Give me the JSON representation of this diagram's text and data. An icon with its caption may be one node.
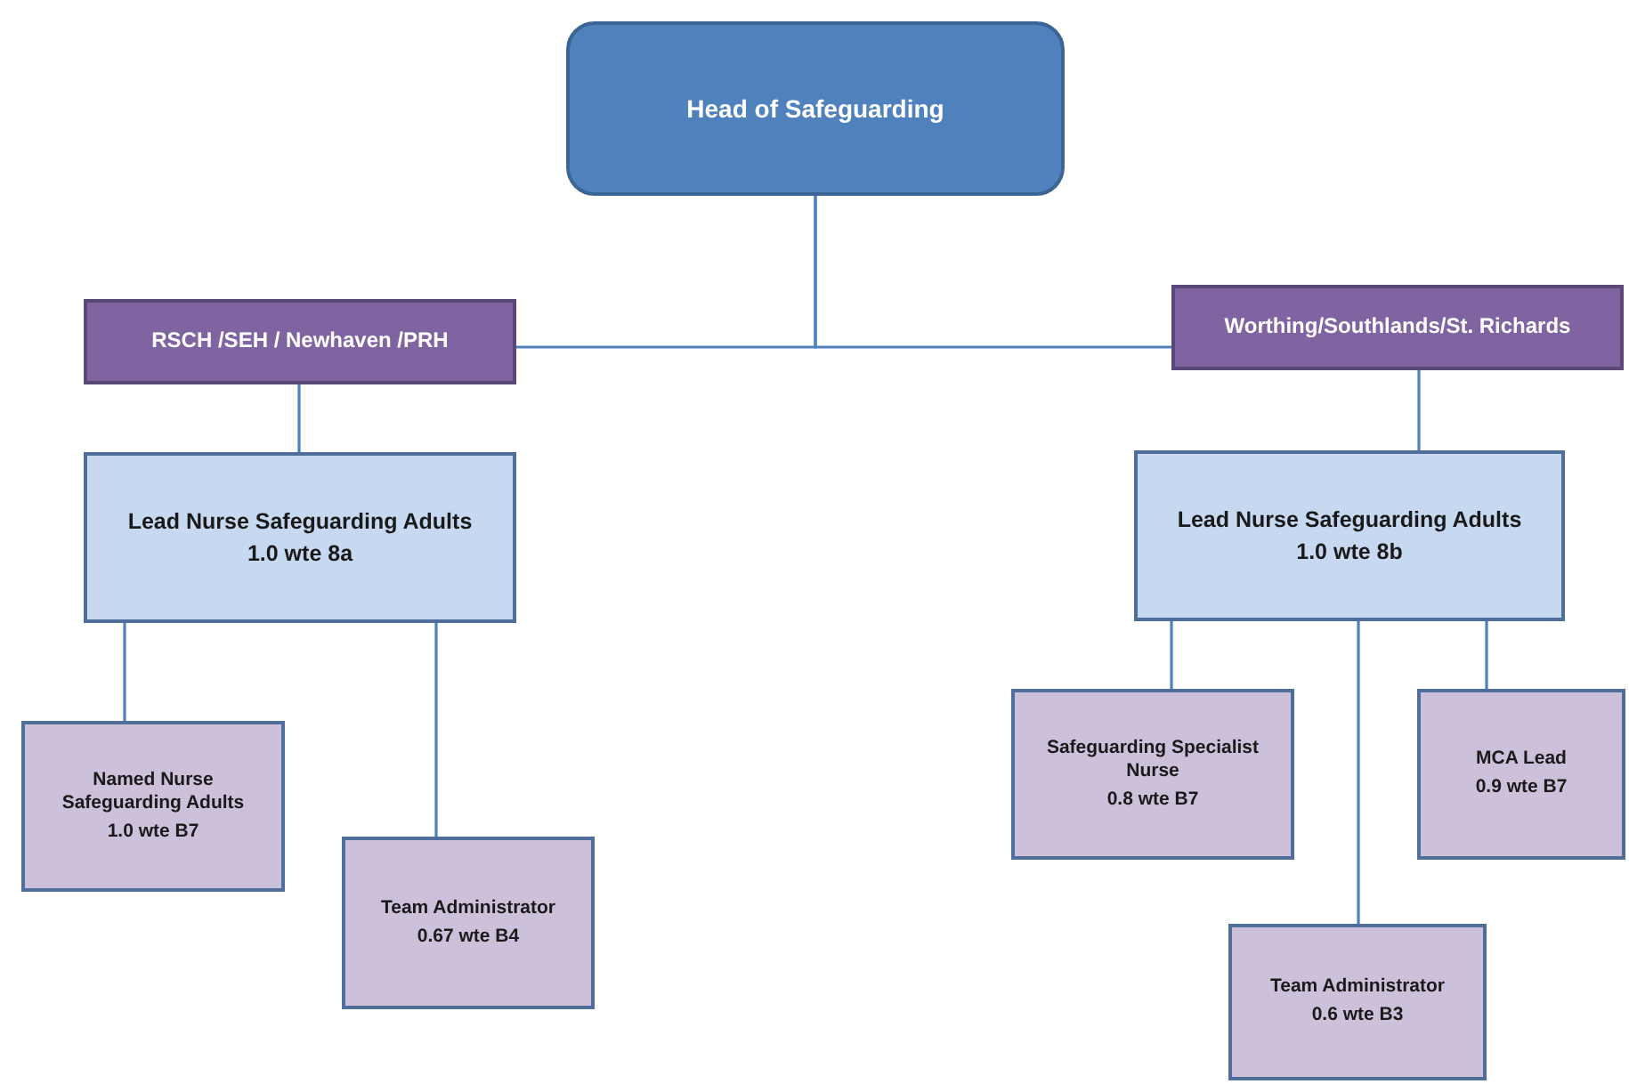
{
  "diagram": {
    "nodes": [
      {
        "text": [
          "Head of Safeguarding"
        ]
      },
      {
        "text": [
          "RSCH /SEH / Newhaven /PRH"
        ]
      },
      {
        "text": [
          "Worthing/Southlands/St. Richards"
        ]
      },
      {
        "text": [
          "Lead Nurse Safeguarding Adults",
          "1.0 wte 8a"
        ]
      },
      {
        "text": [
          "Lead Nurse Safeguarding Adults",
          "1.0 wte 8b"
        ]
      },
      {
        "text": [
          "Named Nurse Safeguarding Adults",
          "1.0 wte B7"
        ]
      },
      {
        "text": [
          "Team Administrator",
          "0.67 wte B4"
        ]
      },
      {
        "text": [
          "Safeguarding Specialist Nurse",
          "0.8 wte B7"
        ]
      },
      {
        "text": [
          "MCA Lead",
          "0.9 wte B7"
        ]
      },
      {
        "text": [
          "Team Administrator",
          "0.6 wte B3"
        ]
      }
    ],
    "edges": [
      {
        "from": 0,
        "to": 1,
        "arrow": "none"
      },
      {
        "from": 0,
        "to": 2,
        "arrow": "none"
      },
      {
        "from": 1,
        "to": 3,
        "arrow": "none"
      },
      {
        "from": 3,
        "to": 5,
        "arrow": "none"
      },
      {
        "from": 3,
        "to": 6,
        "arrow": "none"
      },
      {
        "from": 2,
        "to": 4,
        "arrow": "none"
      },
      {
        "from": 4,
        "to": 7,
        "arrow": "none"
      },
      {
        "from": 4,
        "to": 9,
        "arrow": "none"
      },
      {
        "from": 4,
        "to": 8,
        "arrow": "none"
      }
    ]
  }
}
